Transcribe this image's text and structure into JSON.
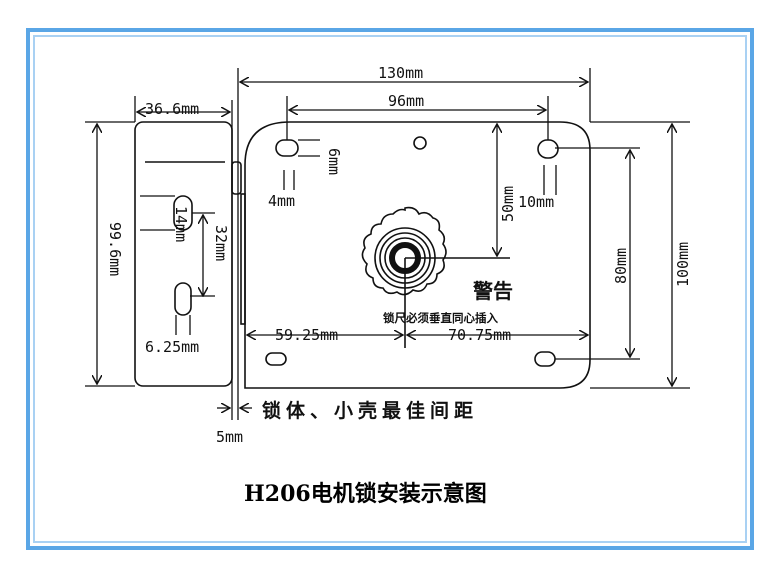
{
  "title": "H206电机锁安装示意图",
  "dimensions": {
    "overall_width": "130mm",
    "hole_spacing_horizontal": "96mm",
    "housing_width": "36.6mm",
    "slot_height_small": "6mm",
    "slot_width_small": "4mm",
    "hole_to_center_vertical": "50mm",
    "slot_width_large": "10mm",
    "housing_slot": "14mm",
    "housing_slot_offset": "32mm",
    "housing_height": "99.6mm",
    "hole_spacing_vertical": "80mm",
    "overall_height": "100mm",
    "left_to_center": "59.25mm",
    "center_to_right": "70.75mm",
    "housing_slot_width": "6.25mm",
    "gap": "5mm"
  },
  "warning": {
    "heading": "警告",
    "text": "锁尺必须垂直同心插入"
  },
  "gap_note": "锁体、小壳最佳间距",
  "colors": {
    "border": "#5aa6e6",
    "line": "#111111"
  }
}
